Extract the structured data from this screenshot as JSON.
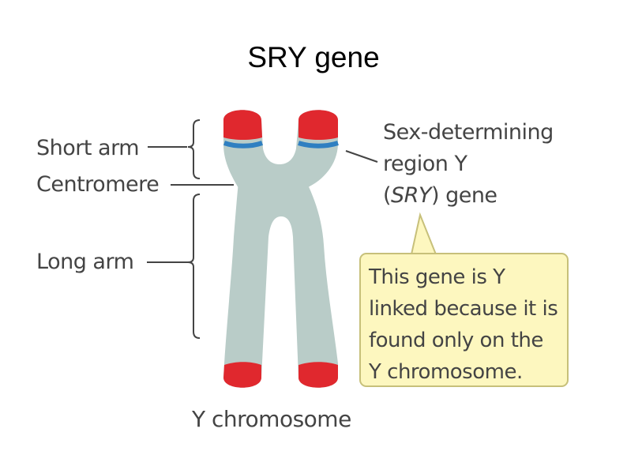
{
  "title": "SRY gene",
  "labels": {
    "short_arm": "Short arm",
    "centromere": "Centromere",
    "long_arm": "Long arm"
  },
  "sry_label": {
    "line1": "Sex-determining",
    "line2": "region Y",
    "line3_open": "(",
    "line3_italic": "SRY",
    "line3_close": ") gene"
  },
  "callout": {
    "line1": "This gene is Y",
    "line2": "linked because it is",
    "line3": "found only on the",
    "line4": "Y chromosome."
  },
  "caption": "Y chromosome",
  "colors": {
    "chromosome": "#b9ccc8",
    "telomere": "#e0282e",
    "sry_band": "#2f7fc1",
    "callout_fill": "#fdf7bf",
    "callout_border": "#c7c07a",
    "label_text": "#444444"
  }
}
